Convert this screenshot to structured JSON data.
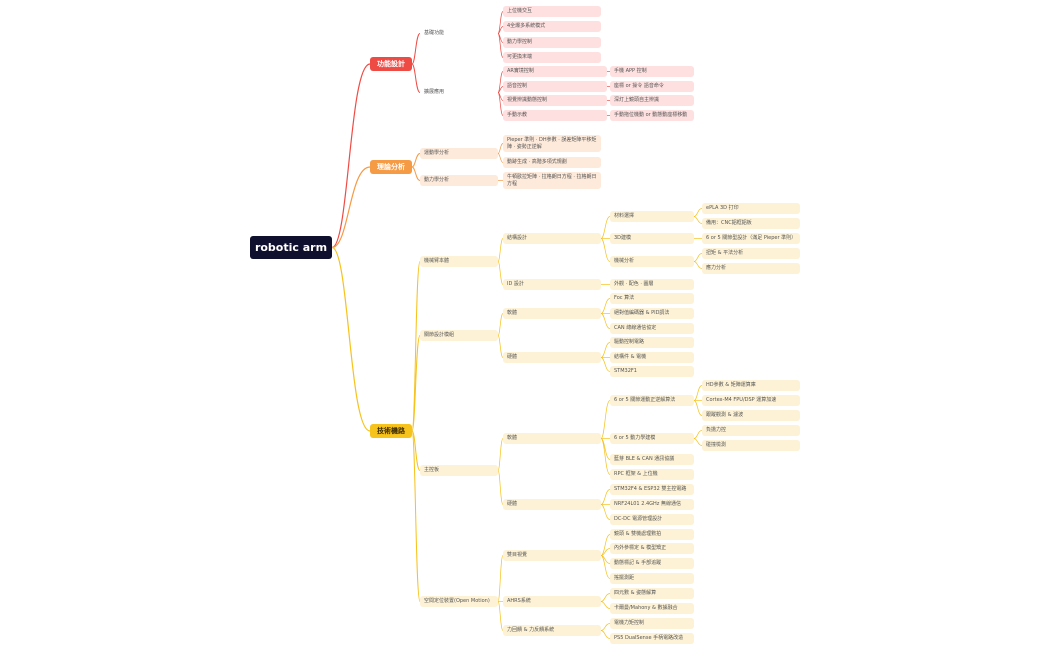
{
  "root": {
    "label": "robotic arm"
  },
  "colors": {
    "red": "#ef4b45",
    "orange": "#f59a45",
    "yellow": "#f6c21c"
  },
  "branches": [
    {
      "label": "功能設計",
      "color": "red",
      "children": [
        {
          "label": "基礎功能",
          "children": [
            {
              "label": "上位機交互"
            },
            {
              "label": "4全爆多系統模式"
            },
            {
              "label": "動力學控制"
            },
            {
              "label": "可更換末端"
            }
          ]
        },
        {
          "label": "擴展應用",
          "children": [
            {
              "label": "AR實境控制",
              "children": [
                {
                  "label": "手機 APP 控制"
                }
              ]
            },
            {
              "label": "語音控制",
              "children": [
                {
                  "label": "座標 or 操令 語音命令"
                }
              ]
            },
            {
              "label": "視覺辨識動態控制",
              "children": [
                {
                  "label": "深灯上鏡頭自主辨識"
                }
              ]
            },
            {
              "label": "手動示教",
              "children": [
                {
                  "label": "手動拖位機動 or 動態動座標移動"
                }
              ]
            }
          ]
        }
      ]
    },
    {
      "label": "理論分析",
      "color": "orange",
      "children": [
        {
          "label": "運動學分析",
          "children": [
            {
              "label": "Pieper 準則 · DH參數 · 誤差矩陣平移矩陣 · 姿勢正逆解"
            },
            {
              "label": "動跡生成 · 高階多項式規劃"
            }
          ]
        },
        {
          "label": "動力學分析",
          "children": [
            {
              "label": "牛頓歐拉矩陣 · 拉格朗日方程 · 拉格朗日方程"
            }
          ]
        }
      ]
    },
    {
      "label": "技術機路",
      "color": "yellow",
      "children": [
        {
          "label": "機械臂本體",
          "children": [
            {
              "label": "結構設計",
              "children": [
                {
                  "label": "材料選擇",
                  "children": [
                    {
                      "label": "ePLA 3D 打印"
                    },
                    {
                      "label": "備用：CNC鋁框鋁板"
                    }
                  ]
                },
                {
                  "label": "3D建模",
                  "children": [
                    {
                      "label": "6 or 5 關節型設計（滿足 Pieper 準則）"
                    }
                  ]
                },
                {
                  "label": "機械分析",
                  "children": [
                    {
                      "label": "扭矩 & 平法分析"
                    },
                    {
                      "label": "應力分析"
                    }
                  ]
                }
              ]
            },
            {
              "label": "ID 設計",
              "children": [
                {
                  "label": "外觀 · 配色 · 圖層"
                }
              ]
            }
          ]
        },
        {
          "label": "關節設計模組",
          "children": [
            {
              "label": "軟體",
              "children": [
                {
                  "label": "Foc 算法"
                },
                {
                  "label": "絕對值編碼器 & PID調法"
                },
                {
                  "label": "CAN 總線通信協定"
                }
              ]
            },
            {
              "label": "硬體",
              "children": [
                {
                  "label": "驅動控制電路"
                },
                {
                  "label": "結構件 & 電機"
                },
                {
                  "label": "STM32F1"
                }
              ]
            }
          ]
        },
        {
          "label": "主控板",
          "children": [
            {
              "label": "軟體",
              "children": [
                {
                  "label": "6 or 5 關節運動正逆解算法",
                  "children": [
                    {
                      "label": "HD參數 & 矩陣運算庫"
                    },
                    {
                      "label": "Cortex-M4 FPU/DSP 運算加速"
                    },
                    {
                      "label": "跟蹤觀測 & 濾波"
                    }
                  ]
                },
                {
                  "label": "6 or 5 動力學建模",
                  "children": [
                    {
                      "label": "負擔力控"
                    },
                    {
                      "label": "碰撞檢測"
                    }
                  ]
                },
                {
                  "label": "藍芽 BLE & CAN 通訊協議"
                },
                {
                  "label": "RPC 框架 & 上位機"
                }
              ]
            },
            {
              "label": "硬體",
              "children": [
                {
                  "label": "STM32F4 & ESP32 雙主控電路"
                },
                {
                  "label": "NRF24L01 2.4GHz 無線通信"
                },
                {
                  "label": "DC-DC 電源管理設計"
                }
              ]
            }
          ]
        },
        {
          "label": "空間定位裝置(Open Motion)",
          "children": [
            {
              "label": "雙目視覺",
              "children": [
                {
                  "label": "鏡頭 & 雙機處理數拍"
                },
                {
                  "label": "內外參標定 & 模型矯正"
                },
                {
                  "label": "動態標記 & 手部追蹤"
                },
                {
                  "label": "搖擺測距"
                }
              ]
            },
            {
              "label": "AHRS系統",
              "children": [
                {
                  "label": "四元數 & 姿態解算"
                },
                {
                  "label": "卡爾曼/Mahony & 數據融合"
                }
              ]
            },
            {
              "label": "力回饋 & 力反饋系統",
              "children": [
                {
                  "label": "電機力矩控制"
                },
                {
                  "label": "PS5 DualSense 手柄電路改造"
                }
              ]
            }
          ]
        }
      ]
    }
  ]
}
